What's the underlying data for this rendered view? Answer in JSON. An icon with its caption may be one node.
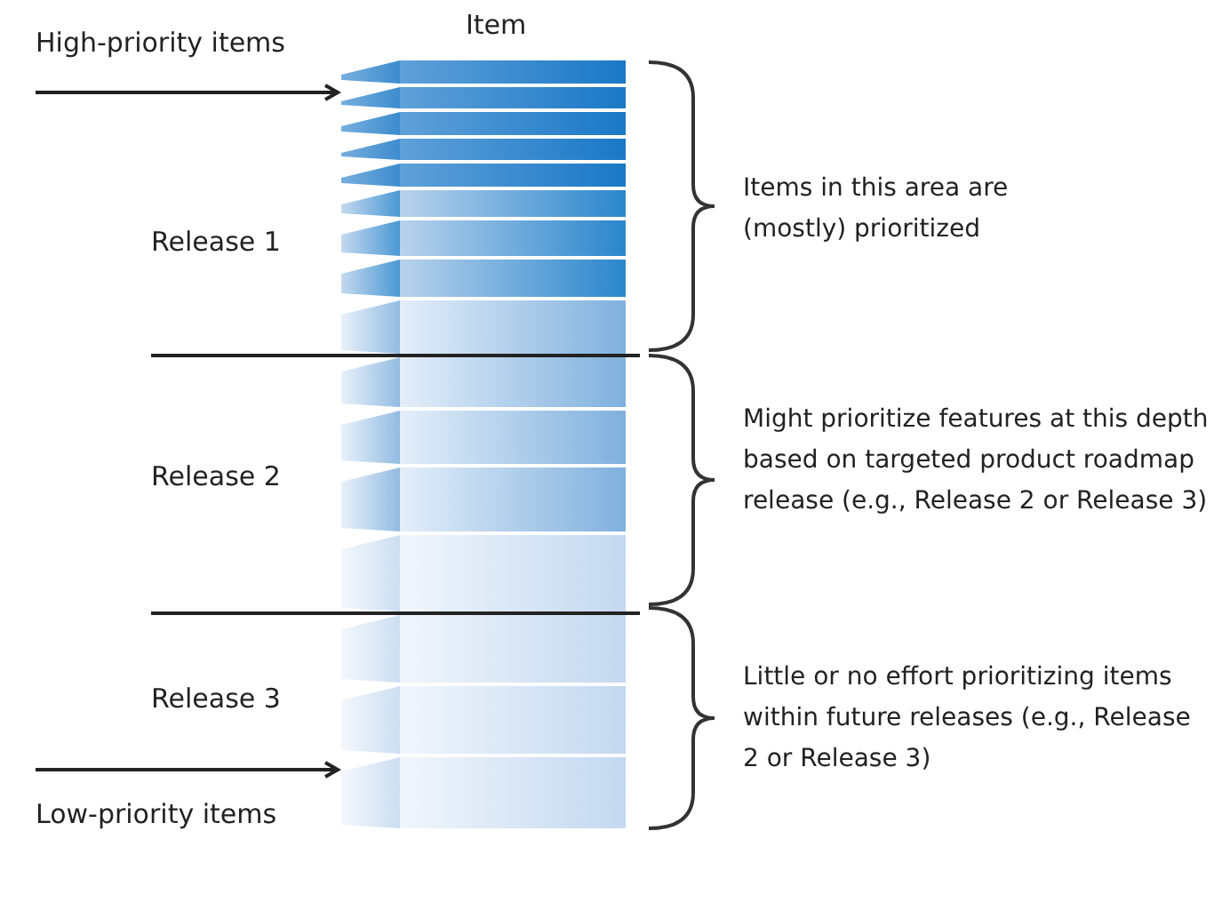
{
  "diagram": {
    "nodes": [
      {
        "text": [
          "High-priority items"
        ]
      },
      {
        "text": [],
        "shape": "box"
      },
      {
        "text": [
          "Low-priority items"
        ]
      }
    ],
    "edges": [
      {
        "from": 0,
        "to": 1,
        "arrow": "to"
      },
      {
        "from": 2,
        "to": 1,
        "arrow": "to"
      }
    ],
    "labels": [
      "Item",
      "Release 1",
      "Items in this area are (mostly) prioritized",
      "Release 2",
      "Might prioritize features at this depth based on targeted product roadmap release (e.g., Release 2 or Release 3)",
      "Release 3",
      "Little or no effort prioritizing items within future releases (e.g., Release 2 or Release 3)"
    ]
  }
}
